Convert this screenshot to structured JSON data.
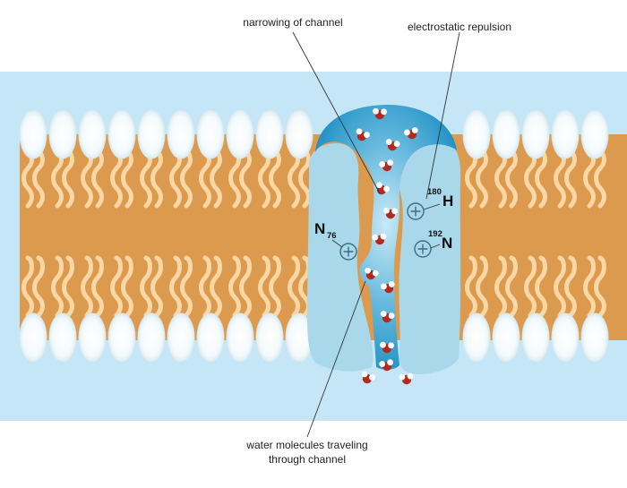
{
  "labels": {
    "narrowing": "narrowing of channel",
    "repulsion": "electrostatic repulsion",
    "water_line1": "water molecules traveling",
    "water_line2": "through channel"
  },
  "residues": [
    {
      "letter": "N",
      "number": "76"
    },
    {
      "letter": "H",
      "number": "180"
    },
    {
      "letter": "N",
      "number": "192"
    }
  ],
  "colors": {
    "background": "#c4e6f6",
    "lipid_tail": "#dc9a4e",
    "lipid_wave": "#fbd7a6",
    "lipid_head": "#eef7fa",
    "protein": "#a8d8ea",
    "channel_water": "#1991c4",
    "oxygen": "#b22a1e",
    "hydrogen": "#ffffff"
  },
  "icons": [
    "positive-charge-icon",
    "water-molecule-icon"
  ]
}
